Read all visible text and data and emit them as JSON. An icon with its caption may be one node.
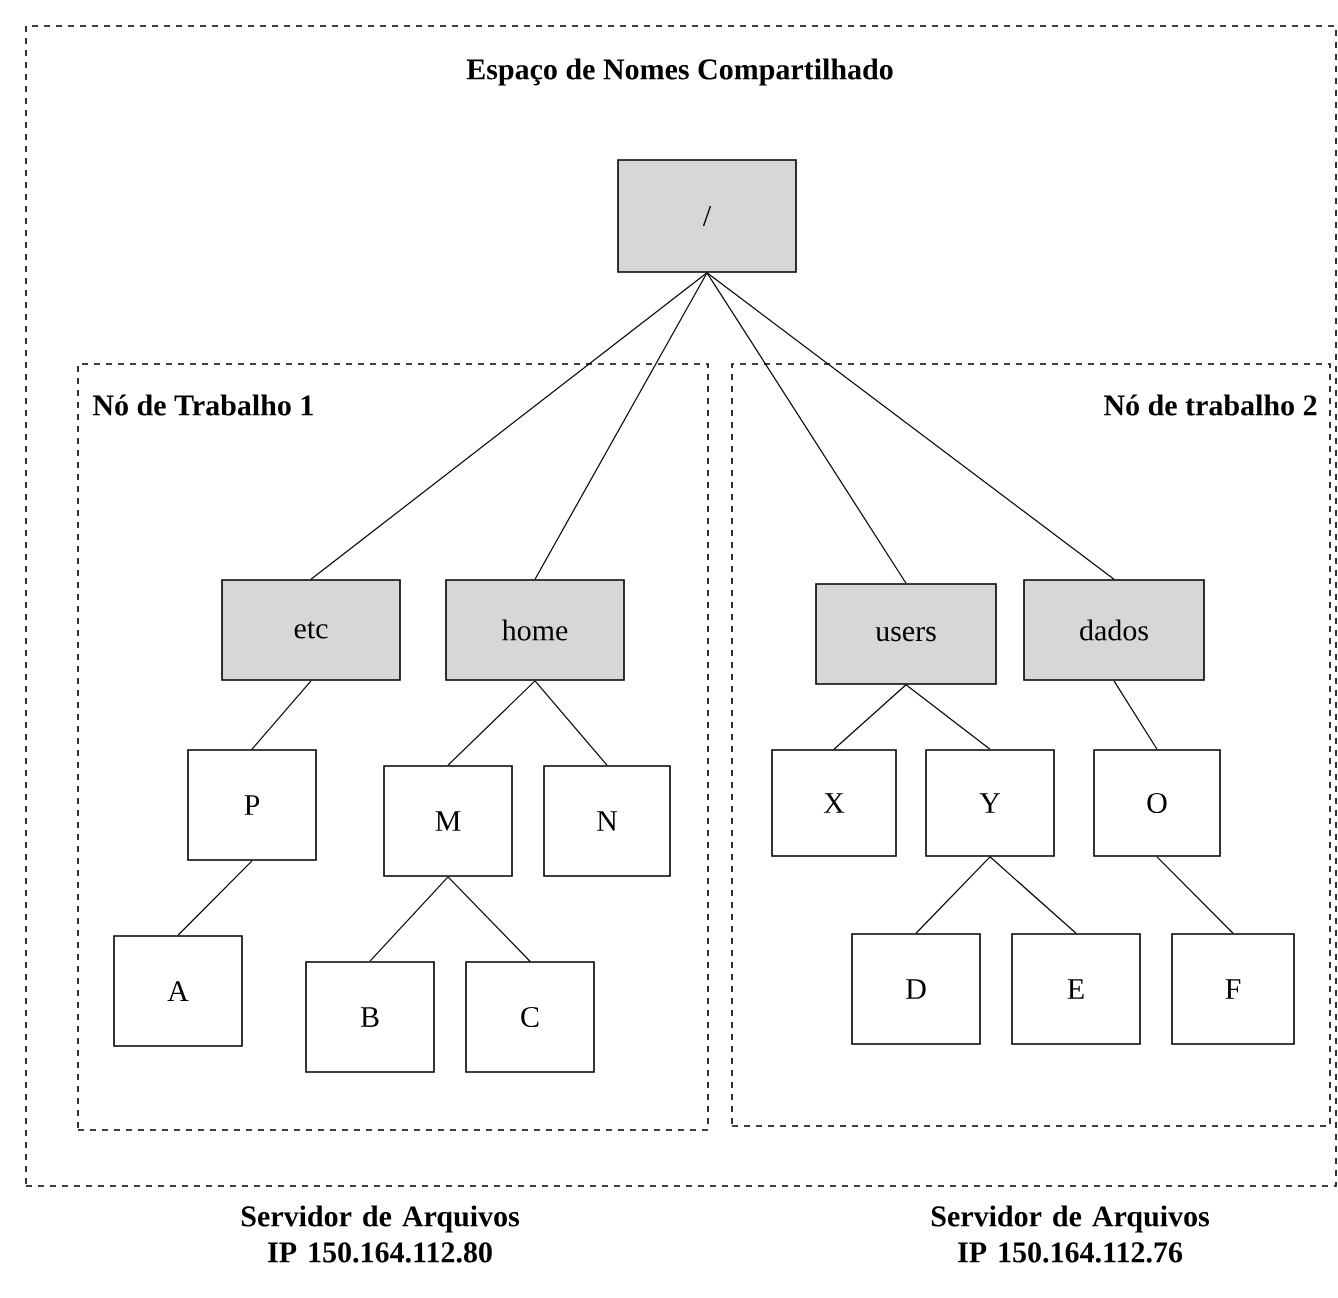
{
  "diagram": {
    "nodes": [
      {
        "text": [
          "Espaço de Nomes Compartilhado"
        ]
      },
      {
        "text": [
          "/"
        ],
        "in": 0
      },
      {
        "text": [
          "Nó de Trabalho 1"
        ],
        "in": 0
      },
      {
        "text": [
          "etc"
        ],
        "in": 2
      },
      {
        "text": [
          "home"
        ],
        "in": 2
      },
      {
        "text": [
          "P"
        ],
        "in": 2
      },
      {
        "text": [
          "M"
        ],
        "in": 2
      },
      {
        "text": [
          "N"
        ],
        "in": 2
      },
      {
        "text": [
          "A"
        ],
        "in": 2
      },
      {
        "text": [
          "B"
        ],
        "in": 2
      },
      {
        "text": [
          "C"
        ],
        "in": 2
      },
      {
        "text": [
          "Nó de trabalho 2"
        ],
        "in": 0
      },
      {
        "text": [
          "users"
        ],
        "in": 11
      },
      {
        "text": [
          "dados"
        ],
        "in": 11
      },
      {
        "text": [
          "X"
        ],
        "in": 11
      },
      {
        "text": [
          "Y"
        ],
        "in": 11
      },
      {
        "text": [
          "O"
        ],
        "in": 11
      },
      {
        "text": [
          "D"
        ],
        "in": 11
      },
      {
        "text": [
          "E"
        ],
        "in": 11
      },
      {
        "text": [
          "F"
        ],
        "in": 11
      }
    ],
    "edges": [
      {
        "from": 1,
        "to": 3,
        "arrow": "none"
      },
      {
        "from": 1,
        "to": 4,
        "arrow": "none"
      },
      {
        "from": 1,
        "to": 12,
        "arrow": "none"
      },
      {
        "from": 1,
        "to": 13,
        "arrow": "none"
      },
      {
        "from": 3,
        "to": 5,
        "arrow": "none"
      },
      {
        "from": 5,
        "to": 8,
        "arrow": "none"
      },
      {
        "from": 4,
        "to": 6,
        "arrow": "none"
      },
      {
        "from": 4,
        "to": 7,
        "arrow": "none"
      },
      {
        "from": 6,
        "to": 9,
        "arrow": "none"
      },
      {
        "from": 6,
        "to": 10,
        "arrow": "none"
      },
      {
        "from": 12,
        "to": 14,
        "arrow": "none"
      },
      {
        "from": 12,
        "to": 15,
        "arrow": "none"
      },
      {
        "from": 13,
        "to": 16,
        "arrow": "none"
      },
      {
        "from": 15,
        "to": 17,
        "arrow": "none"
      },
      {
        "from": 15,
        "to": 18,
        "arrow": "none"
      },
      {
        "from": 16,
        "to": 19,
        "arrow": "none"
      }
    ],
    "labels": [
      "Servidor de Arquivos IP 150.164.112.80",
      "Servidor de Arquivos IP 150.164.112.76"
    ]
  }
}
